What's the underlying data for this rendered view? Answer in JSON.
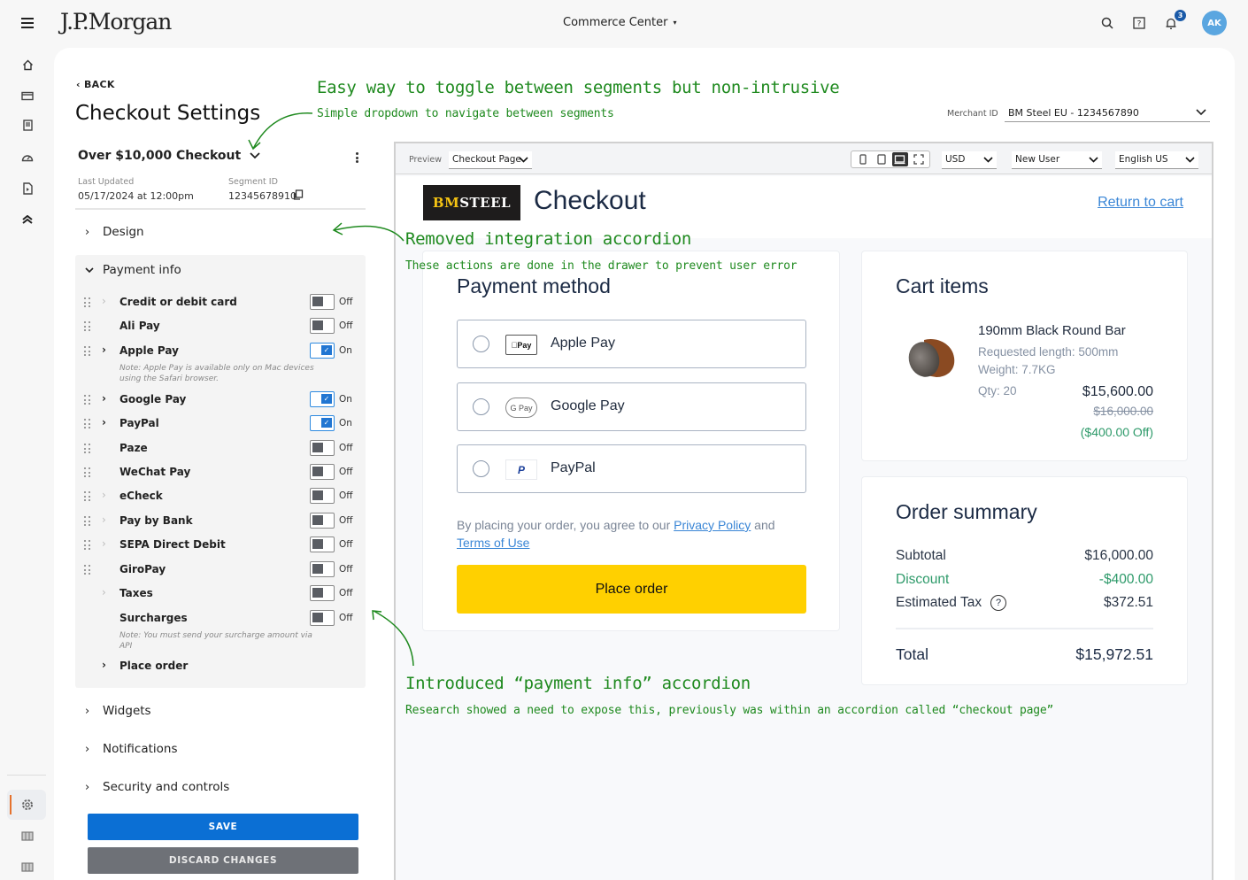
{
  "topbar": {
    "brand": "J.P.Morgan",
    "app_title": "Commerce Center",
    "app_caret": "▾",
    "notification_count": "3",
    "avatar_initials": "AK"
  },
  "rail": {
    "items": [
      "home-icon",
      "wallet-icon",
      "receipt-icon",
      "dashboard-icon",
      "document-play-icon",
      "collapse-up-icon"
    ],
    "bottom_items": [
      "settings-icon",
      "table-icon",
      "table-icon-2",
      "user-icon"
    ],
    "active_item": "settings-icon",
    "active_color": "#e5722d"
  },
  "page": {
    "back_label": "BACK",
    "title": "Checkout Settings"
  },
  "segment": {
    "name": "Over $10,000 Checkout",
    "last_updated_label": "Last Updated",
    "last_updated_value": "05/17/2024 at 12:00pm",
    "segment_id_label": "Segment ID",
    "segment_id_value": "12345678910"
  },
  "accordions": {
    "design": "Design",
    "payment_info": "Payment info",
    "widgets": "Widgets",
    "notifications": "Notifications",
    "security": "Security and controls"
  },
  "payment_info": {
    "rows": [
      {
        "label": "Credit or debit card",
        "state": "Off",
        "chevron": "light",
        "drag": true
      },
      {
        "label": "Ali Pay",
        "state": "Off",
        "chevron": "none",
        "drag": true
      },
      {
        "label": "Apple Pay",
        "state": "On",
        "chevron": "dark",
        "drag": true,
        "note": "Note: Apple Pay is available only on Mac devices using the Safari browser."
      },
      {
        "label": "Google Pay",
        "state": "On",
        "chevron": "dark",
        "drag": true
      },
      {
        "label": "PayPal",
        "state": "On",
        "chevron": "dark",
        "drag": true
      },
      {
        "label": "Paze",
        "state": "Off",
        "chevron": "none",
        "drag": true
      },
      {
        "label": "WeChat Pay",
        "state": "Off",
        "chevron": "none",
        "drag": true
      },
      {
        "label": "eCheck",
        "state": "Off",
        "chevron": "light",
        "drag": true
      },
      {
        "label": "Pay by Bank",
        "state": "Off",
        "chevron": "light",
        "drag": true
      },
      {
        "label": "SEPA Direct Debit",
        "state": "Off",
        "chevron": "light",
        "drag": true
      },
      {
        "label": "GiroPay",
        "state": "Off",
        "chevron": "none",
        "drag": true
      },
      {
        "label": "Taxes",
        "state": "Off",
        "chevron": "light",
        "drag": false
      },
      {
        "label": "Surcharges",
        "state": "Off",
        "chevron": "none",
        "drag": false,
        "note": "Note: You must send your surcharge amount via API"
      },
      {
        "label": "Place order",
        "state": null,
        "chevron": "dark",
        "drag": false
      }
    ]
  },
  "actions": {
    "save": "SAVE",
    "discard": "DISCARD CHANGES"
  },
  "merchant": {
    "label": "Merchant ID",
    "value": "BM Steel EU - 1234567890"
  },
  "preview": {
    "label": "Preview",
    "page_select": "Checkout Page",
    "devices": [
      "mobile-icon",
      "tablet-icon",
      "desktop-icon",
      "fullscreen-icon"
    ],
    "active_device": "desktop-icon",
    "currency": "USD",
    "user_type": "New User",
    "language": "English US"
  },
  "checkout": {
    "logo_bm": "BM",
    "logo_steel": "STEEL",
    "title": "Checkout",
    "return_link": "Return to cart",
    "payment_method_title": "Payment method",
    "payment_options": [
      {
        "name": "Apple Pay",
        "logo": "Pay",
        "logo_type": "apple"
      },
      {
        "name": "Google Pay",
        "logo": "G Pay",
        "logo_type": "gpay"
      },
      {
        "name": "PayPal",
        "logo": "P",
        "logo_type": "paypal"
      }
    ],
    "terms_prefix": "By placing your order, you agree to our ",
    "privacy_link": "Privacy Policy",
    "terms_mid": " and ",
    "terms_link": "Terms of Use",
    "place_order": "Place order",
    "accent_color": "#ffd000"
  },
  "cart": {
    "title": "Cart items",
    "item": {
      "name": "190mm Black Round Bar",
      "length": "Requested length: 500mm",
      "weight": "Weight: 7.7KG",
      "qty": "Qty: 20",
      "price": "$15,600.00",
      "original_price": "$16,000.00",
      "discount": "($400.00 Off)"
    }
  },
  "summary": {
    "title": "Order summary",
    "subtotal_label": "Subtotal",
    "subtotal_value": "$16,000.00",
    "discount_label": "Discount",
    "discount_value": "-$400.00",
    "tax_label": "Estimated Tax",
    "tax_value": "$372.51",
    "total_label": "Total",
    "total_value": "$15,972.51"
  },
  "annotations": {
    "a1_title": "Easy way to toggle between segments but non-intrusive",
    "a1_sub": "Simple dropdown to navigate between segments",
    "a2_title": "Removed integration accordion",
    "a2_sub": "These actions are done in the drawer to prevent user error",
    "a3_title": "Introduced “payment info” accordion",
    "a3_sub": "Research showed a need to expose this, previously was within an accordion called “checkout page”",
    "color": "#1f8a1f"
  }
}
